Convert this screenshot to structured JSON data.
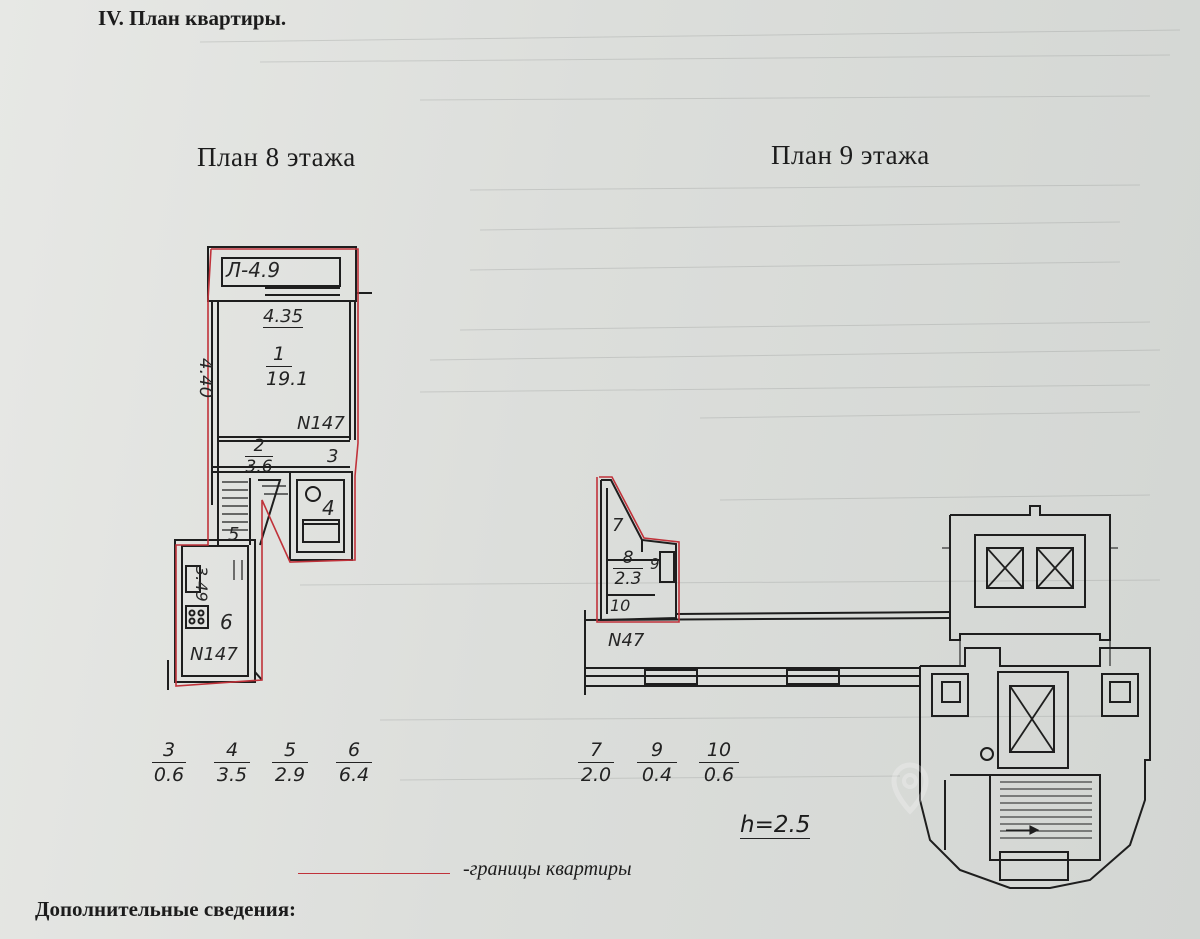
{
  "document": {
    "section_title": "IV. План квартиры.",
    "legend_text": "-границы квартиры",
    "additional_info_label": "Дополнительные сведения:",
    "boundary_color": "#c0323a"
  },
  "floor8": {
    "title": "План  8  этажа",
    "balcony_label": "Л-4.9",
    "room1_width": "4.35",
    "room1_length": "4.40",
    "room1_number": "1",
    "room1_area": "19.1",
    "room2_number": "2",
    "room2_area": "3.6",
    "room3_number": "3",
    "room4_number": "4",
    "room5_number": "5",
    "room6_number": "6",
    "room6_length": "3.49",
    "apartment_mark_upper": "N147",
    "apartment_mark_lower": "N147",
    "areas": [
      {
        "room": "3",
        "area": "0.6"
      },
      {
        "room": "4",
        "area": "3.5"
      },
      {
        "room": "5",
        "area": "2.9"
      },
      {
        "room": "6",
        "area": "6.4"
      }
    ]
  },
  "floor9": {
    "title": "План  9  этажа",
    "room7_number": "7",
    "room8_number": "8",
    "room8_area": "2.3",
    "room9_number": "9",
    "room10_number": "10",
    "apartment_mark": "N47",
    "areas": [
      {
        "room": "7",
        "area": "2.0"
      },
      {
        "room": "9",
        "area": "0.4"
      },
      {
        "room": "10",
        "area": "0.6"
      }
    ],
    "ceiling_height": "h=2.5"
  }
}
